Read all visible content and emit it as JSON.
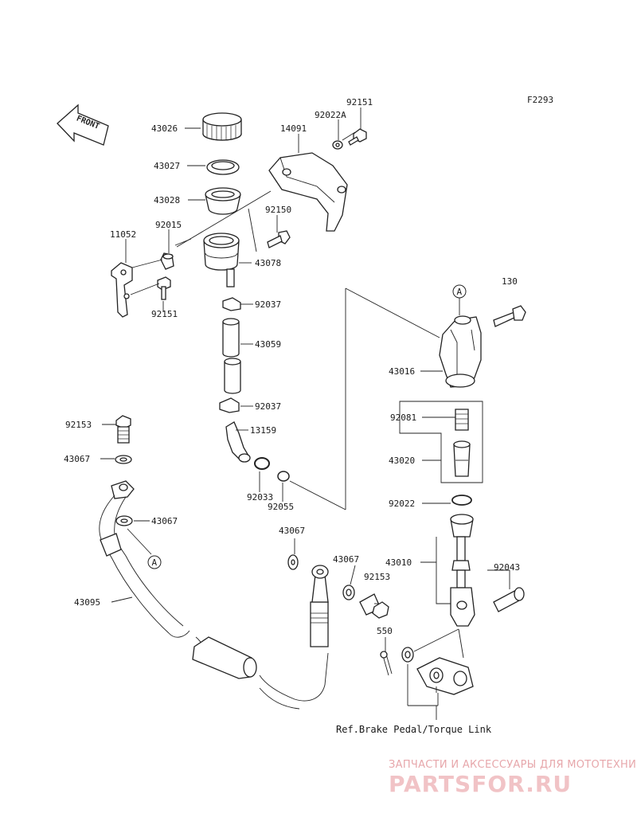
{
  "figure_code": "F2293",
  "part_numbers": {
    "p92151_top": "92151",
    "p92022A": "92022A",
    "p43026": "43026",
    "p14091": "14091",
    "p43027": "43027",
    "p43028": "43028",
    "p92150": "92150",
    "p11052": "11052",
    "p92015": "92015",
    "p43078": "43078",
    "p92151_left": "92151",
    "p92037_a": "92037",
    "p43059": "43059",
    "p92037_b": "92037",
    "p13159": "13159",
    "p92033": "92033",
    "p92055": "92055",
    "p92153_left": "92153",
    "p43067_a": "43067",
    "p43067_b": "43067",
    "p43067_c": "43067",
    "p43067_d": "43067",
    "p43095": "43095",
    "p92153_mid": "92153",
    "p550": "550",
    "p130": "130",
    "p43016": "43016",
    "p92081": "92081",
    "p43020": "43020",
    "p92022": "92022",
    "p43010": "43010",
    "p92043": "92043"
  },
  "markers": {
    "a_top": "A",
    "a_left": "A"
  },
  "front_arrow_label": "FRONT",
  "reference_note": "Ref.Brake Pedal/Torque Link",
  "watermark": {
    "tagline": "ЗАПЧАСТИ И АКСЕССУАРЫ ДЛЯ МОТОТЕХНИКИ",
    "brand": "PARTSFOR.RU"
  }
}
